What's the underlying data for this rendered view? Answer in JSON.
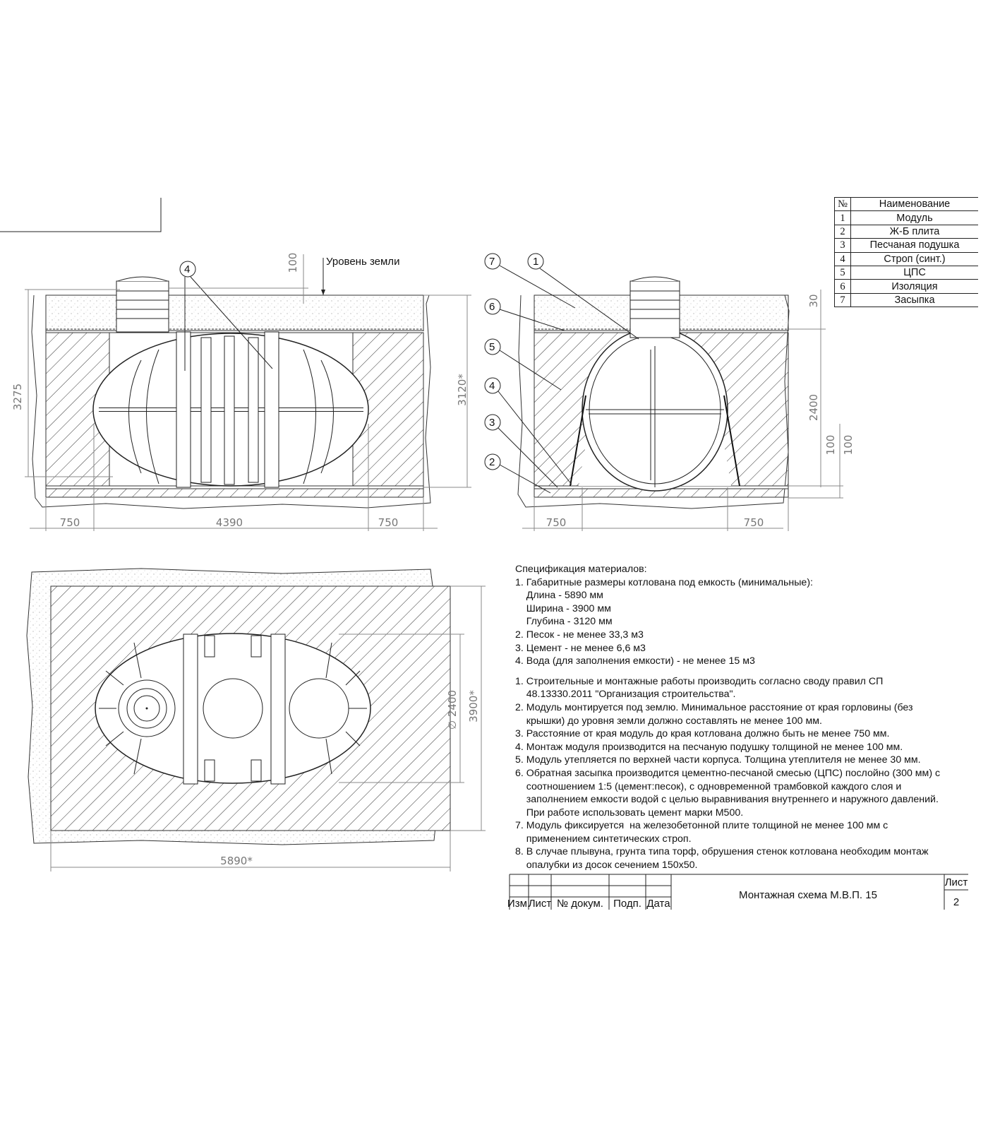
{
  "legend": {
    "header": {
      "num": "№",
      "name": "Наименование"
    },
    "rows": [
      {
        "num": "1",
        "name": "Модуль"
      },
      {
        "num": "2",
        "name": "Ж-Б плита"
      },
      {
        "num": "3",
        "name": "Песчаная подушка"
      },
      {
        "num": "4",
        "name": "Строп (синт.)"
      },
      {
        "num": "5",
        "name": "ЦПС"
      },
      {
        "num": "6",
        "name": "Изоляция"
      },
      {
        "num": "7",
        "name": "Засыпка"
      }
    ]
  },
  "front_view": {
    "ground_label": "Уровень земли",
    "callout": "4",
    "dims": {
      "top": "100",
      "height_left": "3275",
      "height_right": "3120*",
      "left": "750",
      "center": "4390",
      "right": "750"
    }
  },
  "side_view": {
    "callouts": [
      "7",
      "1",
      "6",
      "5",
      "4",
      "3",
      "2"
    ],
    "dims": {
      "top": "30",
      "body": "2400",
      "sand": "100",
      "slab": "100",
      "left": "750",
      "right": "750"
    }
  },
  "plan_view": {
    "dims": {
      "diameter": "2400",
      "width": "3900*",
      "length": "5890*"
    }
  },
  "spec": {
    "title": "Спецификация материалов:",
    "materials": [
      "1. Габаритные размеры котлована под емкость (минимальные):",
      "    Длина - 5890 мм",
      "    Ширина - 3900 мм",
      "    Глубина - 3120 мм",
      "2. Песок - не менее 33,3 м3",
      "3. Цемент - не менее 6,6 м3",
      "4. Вода (для заполнения емкости) - не менее 15 м3"
    ],
    "notes": [
      "1. Строительные и монтажные работы производить согласно своду правил СП",
      "    48.13330.2011 \"Организация строительства\".",
      "2. Модуль монтируется под землю. Минимальное расстояние от края горловины (без",
      "    крышки) до уровня земли должно составлять не менее 100 мм.",
      "3. Расстояние от края модуль до края котлована должно быть не менее 750 мм.",
      "4. Монтаж модуля производится на песчаную подушку толщиной не менее 100 мм.",
      "5. Модуль утепляется по верхней части корпуса. Толщина утеплителя не менее 30 мм.",
      "6. Обратная засыпка производится цементно-песчаной смесью (ЦПС) послойно (300 мм) с",
      "    соотношением 1:5 (цемент:песок), с одновременной трамбовкой каждого слоя и",
      "    заполнением емкости водой с целью выравнивания внутреннего и наружного давлений.",
      "    При работе использовать цемент марки М500.",
      "7. Модуль фиксируется  на железобетонной плите толщиной не менее 100 мм с",
      "    применением синтетических строп.",
      "8. В случае плывуна, грунта типа торф, обрушения стенок котлована необходим монтаж",
      "    опалубки из досок сечением 150х50."
    ]
  },
  "title_block": {
    "title": "Монтажная схема М.В.П. 15",
    "columns": [
      "Изм.",
      "Лист",
      "№ докум.",
      "Подп.",
      "Дата"
    ],
    "sheet_label": "Лист",
    "sheet_number": "2"
  }
}
